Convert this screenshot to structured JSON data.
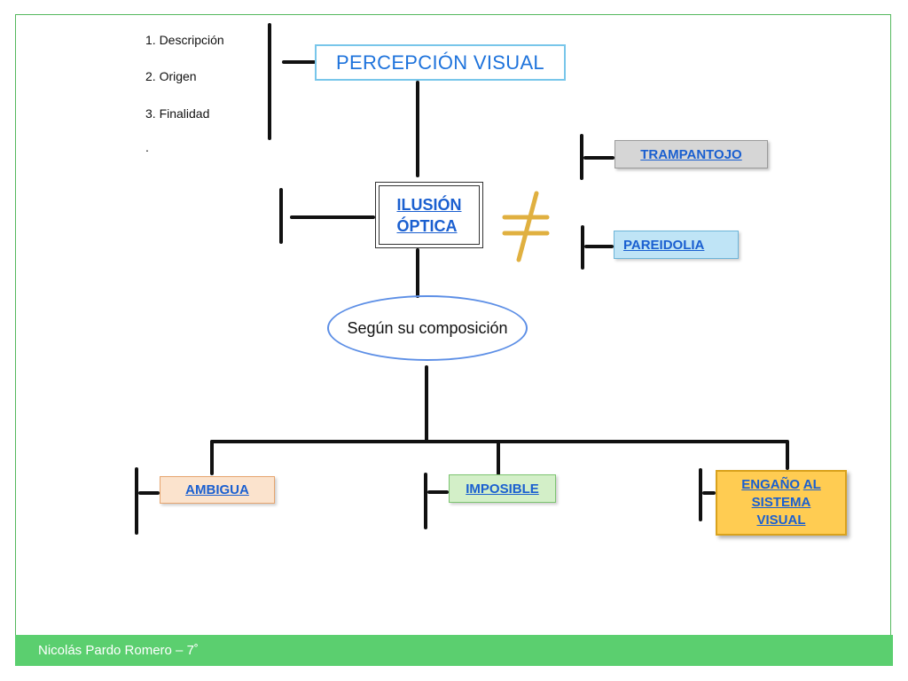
{
  "list": [
    "1. Descripción",
    "2. Origen",
    "3. Finalidad",
    "."
  ],
  "title": "PERCEPCIÓN VISUAL",
  "ilusion": {
    "line1": "ILUSIÓN",
    "line2": "ÓPTICA"
  },
  "trampantojo": "TRAMPANTOJO",
  "pareidolia": "PAREIDOLIA",
  "composicion": "Según su composición",
  "ambigua": "AMBIGUA",
  "imposible": "IMPOSIBLE",
  "engano": {
    "w1": "ENGAÑO",
    "w2": "AL",
    "line2": "SISTEMA",
    "line3": "VISUAL"
  },
  "footer": "Nicolás Pardo Romero – 7˚",
  "colors": {
    "footer": "#5bcf6f",
    "title": "#1e73dc",
    "link": "#1a5fd0",
    "neq_sign": "#e0b040"
  }
}
